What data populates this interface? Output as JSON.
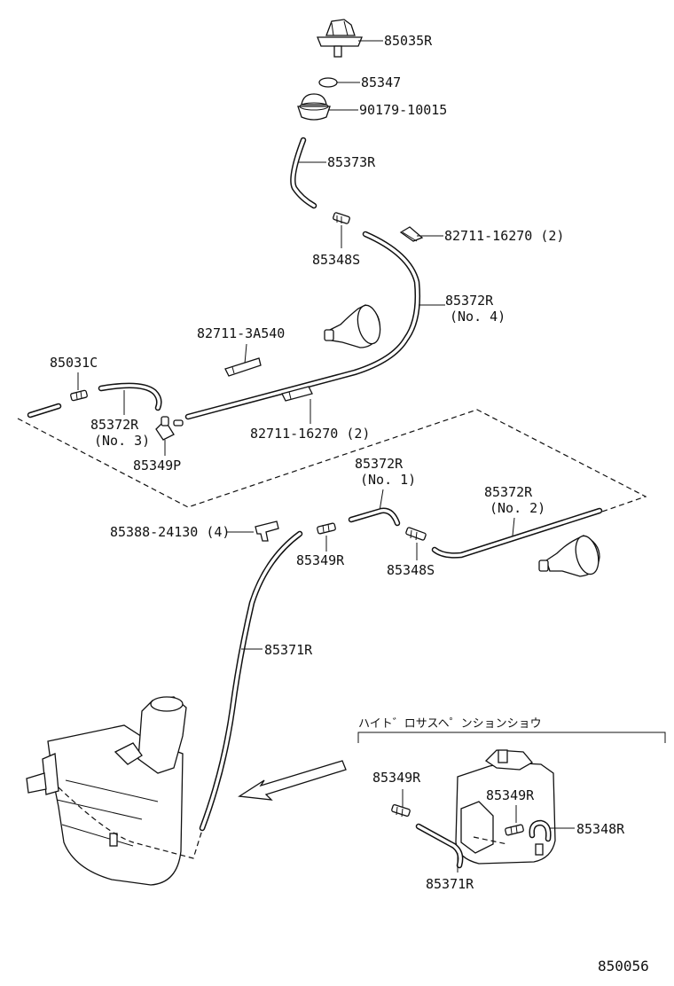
{
  "labels": {
    "p85035R": "85035R",
    "p85347": "85347",
    "p90179": "90179-10015",
    "p85373R": "85373R",
    "p85348S_top": "85348S",
    "p82711_top": "82711-16270 (2)",
    "p85372R_no4": "85372R",
    "no4": "(No. 4)",
    "p82711_3A540": "82711-3A540",
    "p85031C": "85031C",
    "p85372R_no3": "85372R",
    "no3": "(No. 3)",
    "p85349P": "85349P",
    "p82711_mid": "82711-16270 (2)",
    "p85372R_no1": "85372R",
    "no1": "(No. 1)",
    "p85372R_no2": "85372R",
    "no2": "(No. 2)",
    "p85388": "85388-24130 (4)",
    "p85349R_mid": "85349R",
    "p85348S_mid": "85348S",
    "p85371R_main": "85371R",
    "inset_title": "ハイト゛ロサスヘ゜ンションショウ",
    "inset_85349R_a": "85349R",
    "inset_85349R_b": "85349R",
    "inset_85348R": "85348R",
    "inset_85371R": "85371R",
    "diagram_code": "850056"
  }
}
